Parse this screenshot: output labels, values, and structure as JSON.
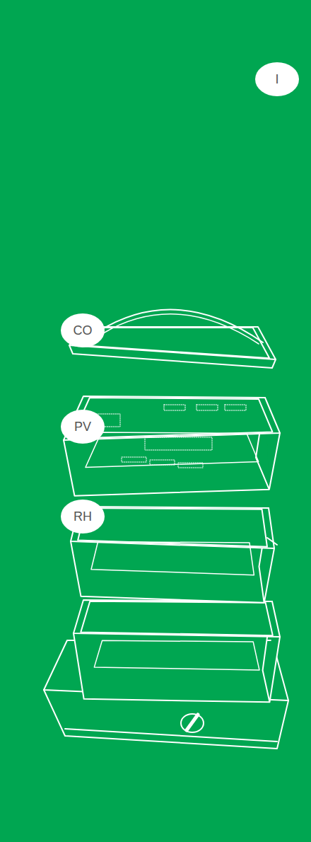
{
  "diagram": {
    "labels": [
      "I",
      "CO",
      "PV",
      "RH"
    ]
  }
}
